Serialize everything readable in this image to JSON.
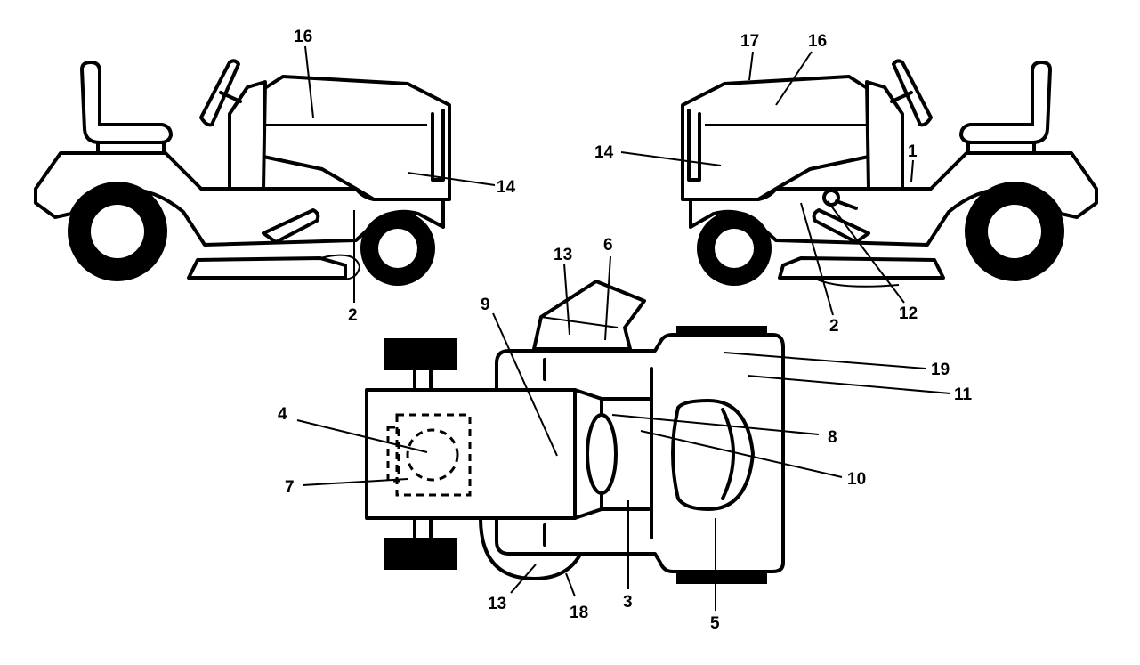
{
  "diagram": {
    "background": "#ffffff",
    "line_color": "#000000",
    "views": [
      "left-side-view",
      "right-side-view",
      "top-view"
    ],
    "callouts": {
      "left": {
        "c16": "16",
        "c14": "14",
        "c2": "2"
      },
      "right": {
        "c17": "17",
        "c16": "16",
        "c14": "14",
        "c1": "1",
        "c12": "12",
        "c2": "2"
      },
      "top": {
        "c13a": "13",
        "c6": "6",
        "c9": "9",
        "c4": "4",
        "c7": "7",
        "c19": "19",
        "c11": "11",
        "c8": "8",
        "c10": "10",
        "c13b": "13",
        "c18": "18",
        "c3": "3",
        "c5": "5"
      }
    }
  }
}
